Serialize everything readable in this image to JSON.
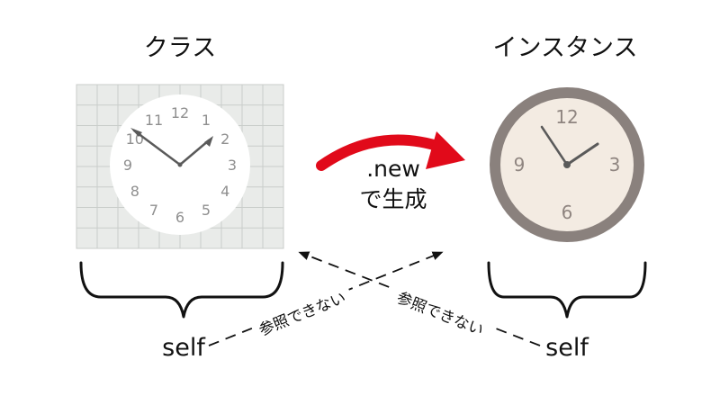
{
  "class_panel": {
    "title": "クラス",
    "clock_numbers": [
      "12",
      "1",
      "2",
      "3",
      "4",
      "5",
      "6",
      "7",
      "8",
      "9",
      "10",
      "11"
    ],
    "self_label": "self"
  },
  "instance_panel": {
    "title": "インスタンス",
    "clock_numbers": [
      "12",
      "3",
      "6",
      "9"
    ],
    "self_label": "self"
  },
  "creation_arrow": {
    "method": ".new",
    "caption": "で生成"
  },
  "references": {
    "left_note": "参照できない",
    "right_note": "参照できない"
  },
  "colors": {
    "arrow": "#e10a1a",
    "grid_bg": "#e9ebe9",
    "grid_line": "#c9cdca",
    "clock_face": "#ffffff",
    "class_numbers": "#8f8f8f",
    "hands": "#5a5a5a",
    "instance_rim": "#8a817d",
    "instance_face": "#f3ebe2",
    "instance_numbers": "#8f8580"
  },
  "icons": [
    "grid-clock-icon",
    "wall-clock-icon",
    "curved-arrow-icon",
    "dashed-double-arrow-icon",
    "curly-brace-icon"
  ]
}
